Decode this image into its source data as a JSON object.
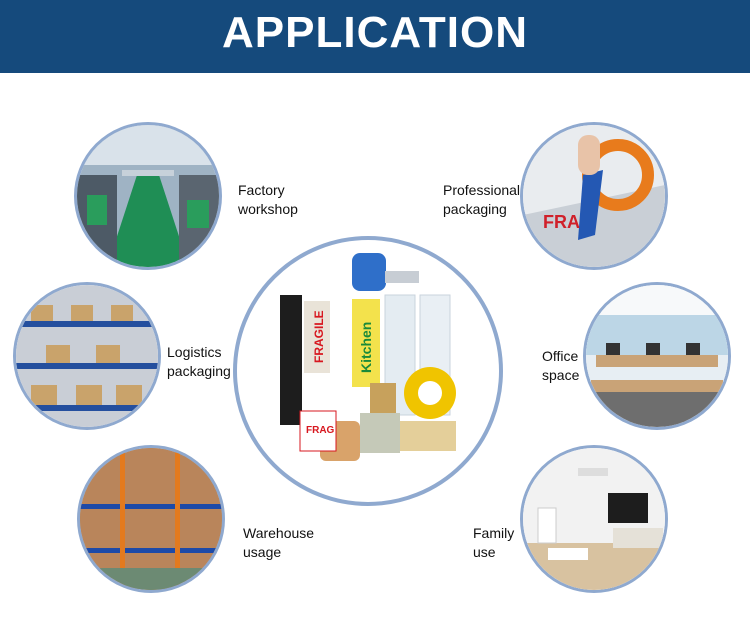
{
  "header": {
    "title": "APPLICATION"
  },
  "applications": [
    {
      "line1": "Factory",
      "line2": "workshop"
    },
    {
      "line1": "Logistics",
      "line2": "packaging"
    },
    {
      "line1": "Warehouse",
      "line2": "usage"
    },
    {
      "line1": "Professional",
      "line2": "packaging"
    },
    {
      "line1": "Office",
      "line2": "space"
    },
    {
      "line1": "Family",
      "line2": "use"
    }
  ],
  "center": {
    "tape_texts": [
      "FRA",
      "Kitchen",
      "FRAGILE",
      "FRAG"
    ]
  },
  "colors": {
    "banner": "#154a7c",
    "ring": "#8fa9cf",
    "accent_orange": "#e87b1c",
    "accent_blue": "#2458b3"
  }
}
